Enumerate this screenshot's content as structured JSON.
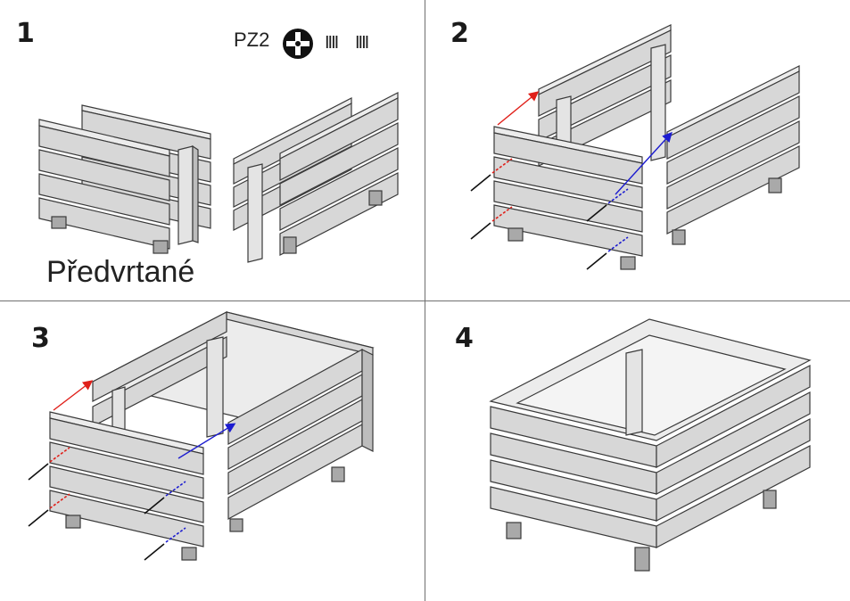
{
  "steps": [
    {
      "number": "1"
    },
    {
      "number": "2"
    },
    {
      "number": "3"
    },
    {
      "number": "4"
    }
  ],
  "tool": {
    "bit_label": "PZ2",
    "screw_glyphs": [
      "IIII",
      "IIII"
    ]
  },
  "note": {
    "predrilled": "Předvrtané"
  },
  "colors": {
    "arrow_red": "#e0201a",
    "arrow_blue": "#1c1cd0",
    "wood_face": "#d7d7d7",
    "wood_top": "#ececec",
    "outline": "#3a3a3a"
  }
}
